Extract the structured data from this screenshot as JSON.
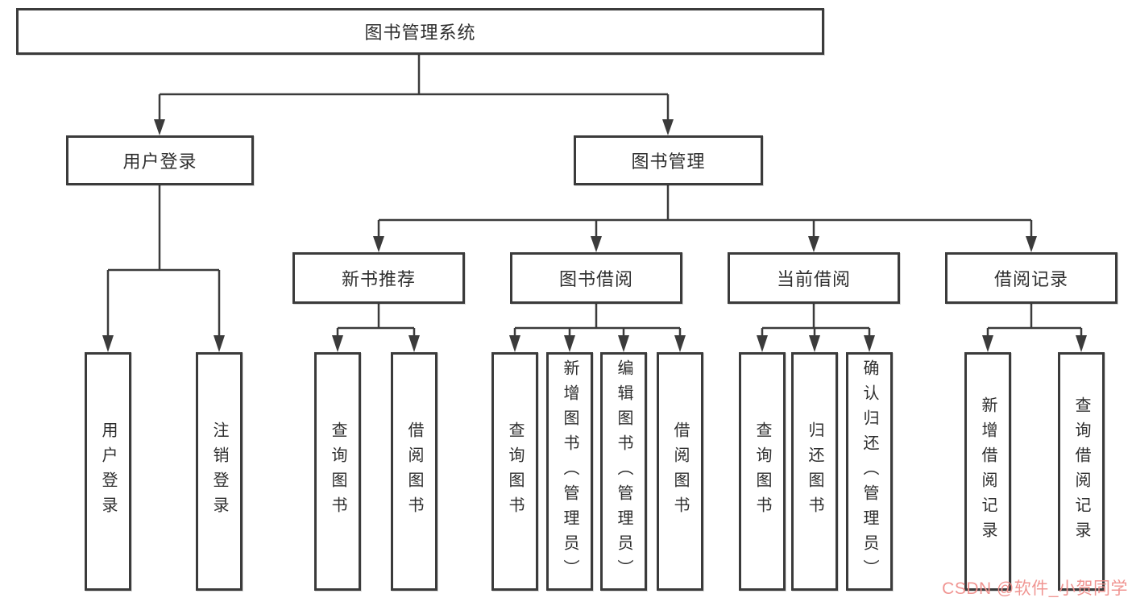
{
  "diagram_title": "图书管理系统",
  "root": {
    "label": "图书管理系统"
  },
  "level2": {
    "user_login": "用户登录",
    "book_mgmt": "图书管理"
  },
  "level3": {
    "new_book": "新书推荐",
    "book_borrow": "图书借阅",
    "current_borrow": "当前借阅",
    "borrow_record": "借阅记录"
  },
  "leaves": {
    "user_login": [
      "用户登录",
      "注销登录"
    ],
    "new_book": [
      "查询图书",
      "借阅图书"
    ],
    "book_borrow": [
      "查询图书",
      "新增图书（管理员）",
      "编辑图书（管理员）",
      "借阅图书"
    ],
    "current_borrow": [
      "查询图书",
      "归还图书",
      "确认归还（管理员）"
    ],
    "borrow_record": [
      "新增借阅记录",
      "查询借阅记录"
    ]
  },
  "watermark": {
    "text": "CSDN @软件_小贺同学",
    "color": "#f0908d"
  },
  "colors": {
    "background": "#ffffff",
    "line": "#3b3b3b",
    "box_border": "#3b3b3b",
    "text": "#2e2e2e"
  }
}
